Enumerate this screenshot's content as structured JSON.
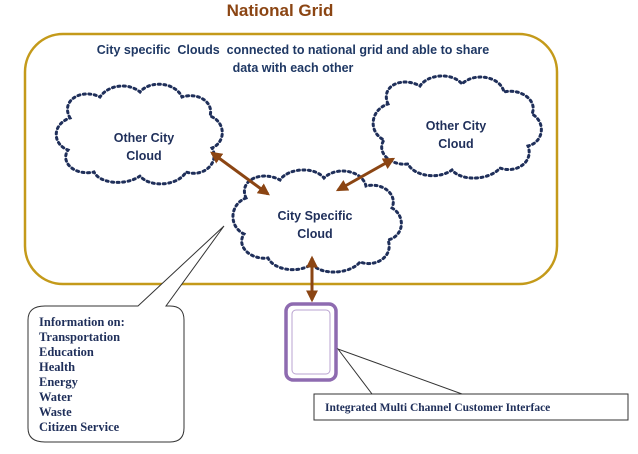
{
  "title": "National Grid",
  "grid_description": {
    "line1": "City specific  Clouds  connected to national grid and able to share",
    "line2": "data with each other"
  },
  "clouds": {
    "left": {
      "line1": "Other City",
      "line2": "Cloud"
    },
    "right": {
      "line1": "Other City",
      "line2": "Cloud"
    },
    "center": {
      "line1": "City Specific",
      "line2": "Cloud"
    }
  },
  "information": {
    "heading": "Information on:",
    "items": [
      "Transportation",
      "Education",
      "Health",
      "Energy",
      "Water",
      "Waste",
      "Citizen Service"
    ]
  },
  "interface_label": "Integrated Multi Channel Customer Interface",
  "colors": {
    "grid_border": "#c49a1a",
    "title": "#8b4513",
    "arrow": "#8b4513",
    "cloud_dots": "#1f2f5a",
    "device_border": "#8e6bb0"
  },
  "icons": {
    "device": "mobile-device-icon"
  }
}
